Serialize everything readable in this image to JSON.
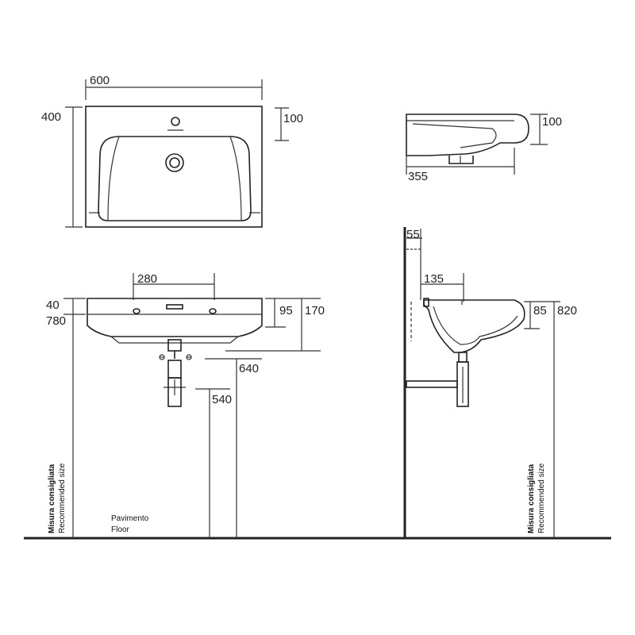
{
  "top_view": {
    "width": "600",
    "depth": "400",
    "tap_hole_offset": "100"
  },
  "side_view_top": {
    "height": "100",
    "projection": "355"
  },
  "front_view": {
    "tap_spacing": "280",
    "rim_offset": "40",
    "rim_height": "780",
    "bowl_depth": "95",
    "overall_depth": "170",
    "waste_height": "640",
    "trap_height": "540",
    "floor_label_it": "Pavimento",
    "floor_label_en": "Floor",
    "recommended_it": "Misura consigliata",
    "recommended_en": "Recommended size"
  },
  "side_view": {
    "wall_offset": "55",
    "projection": "135",
    "bowl_depth": "85",
    "overall_height": "820",
    "recommended_it": "Misura consigliata",
    "recommended_en": "Recommended size"
  },
  "colors": {
    "line": "#222222",
    "background": "#ffffff"
  }
}
